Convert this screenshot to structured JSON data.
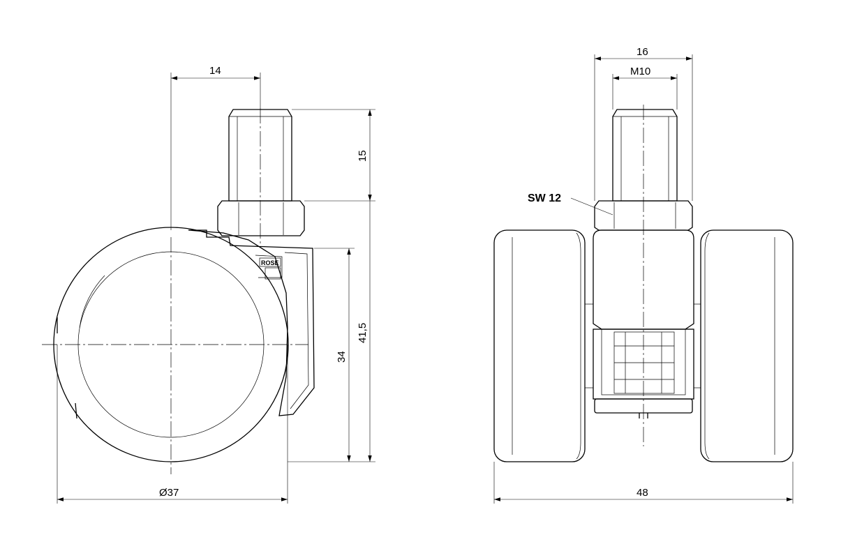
{
  "side_view": {
    "dim_stem_offset": "14",
    "dim_thread_length": "15",
    "dim_height_to_housing": "34",
    "dim_total_height": "41,5",
    "dim_wheel_diameter": "Ø37",
    "logo_text": "ROSE"
  },
  "front_view": {
    "dim_hex_width": "16",
    "dim_thread": "M10",
    "label_wrench": "SW 12",
    "dim_total_width": "48"
  }
}
